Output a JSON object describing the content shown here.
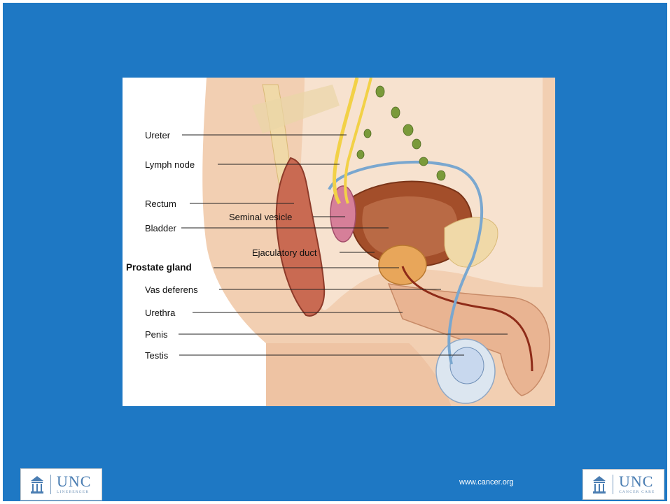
{
  "diagram": {
    "labels": {
      "ureter": "Ureter",
      "lymph_node": "Lymph node",
      "rectum": "Rectum",
      "seminal_vesicle": "Seminal vesicle",
      "bladder": "Bladder",
      "ejaculatory_duct": "Ejaculatory duct",
      "prostate_gland": "Prostate gland",
      "vas_deferens": "Vas deferens",
      "urethra": "Urethra",
      "penis": "Penis",
      "testis": "Testis"
    }
  },
  "footer": {
    "website": "www.cancer.org",
    "left_logo": {
      "name": "UNC",
      "subtitle": "LINEBERGER"
    },
    "right_logo": {
      "name": "UNC",
      "subtitle": "CANCER CARE"
    }
  },
  "colors": {
    "slide_background": "#1e78c4",
    "skin": "#eec3a3",
    "bladder": "#a34e2a",
    "prostate": "#e8a65a",
    "vas_deferens": "#7aa7cf",
    "ureter": "#f2d147",
    "lymph_node": "#7a9a3a"
  }
}
